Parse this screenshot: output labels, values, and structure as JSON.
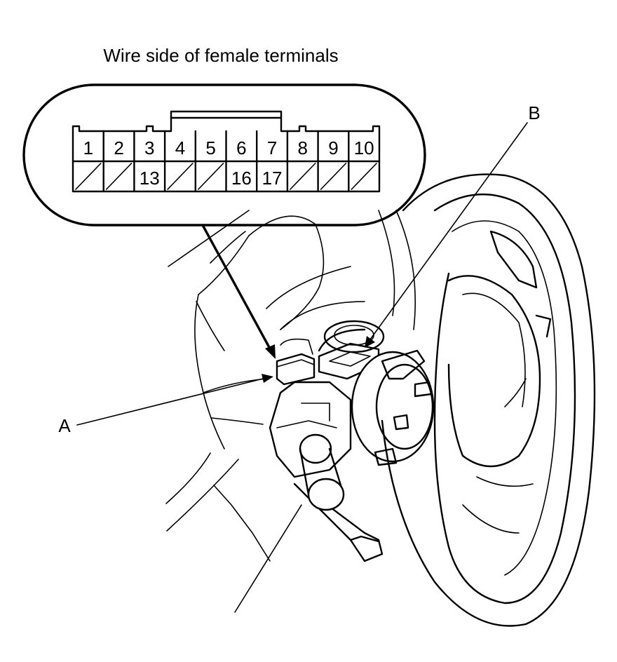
{
  "caption": "Wire side of female terminals",
  "connector": {
    "top_row": [
      "1",
      "2",
      "3",
      "4",
      "5",
      "6",
      "7",
      "8",
      "9",
      "10"
    ],
    "bottom_row": [
      "",
      "",
      "13",
      "",
      "",
      "16",
      "17",
      "",
      "",
      ""
    ]
  },
  "callouts": {
    "a": "A",
    "b": "B"
  }
}
